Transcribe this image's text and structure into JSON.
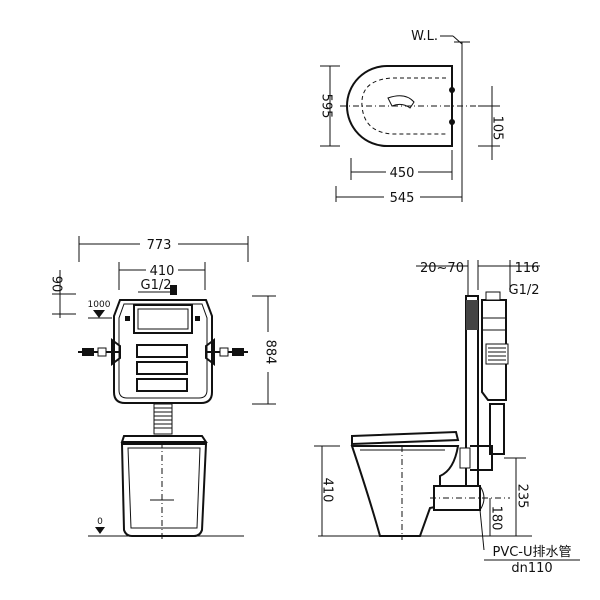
{
  "top_view": {
    "water_level_label": "W.L.",
    "depth": "595",
    "offset": "105",
    "inner_width": "450",
    "total_width": "545"
  },
  "front_view": {
    "overall_width": "773",
    "inner_width": "410",
    "pipe_thread": "G1/2",
    "top_offset": "90",
    "mount_height": "1000",
    "frame_height": "884",
    "floor_level": "0"
  },
  "side_view": {
    "projection": "116",
    "gap": "20~70",
    "pipe_thread": "G1/2",
    "seat_height": "410",
    "outlet_height": "235",
    "outlet_center": "180",
    "drain_label": "PVC-U排水管",
    "drain_size": "dn110"
  }
}
